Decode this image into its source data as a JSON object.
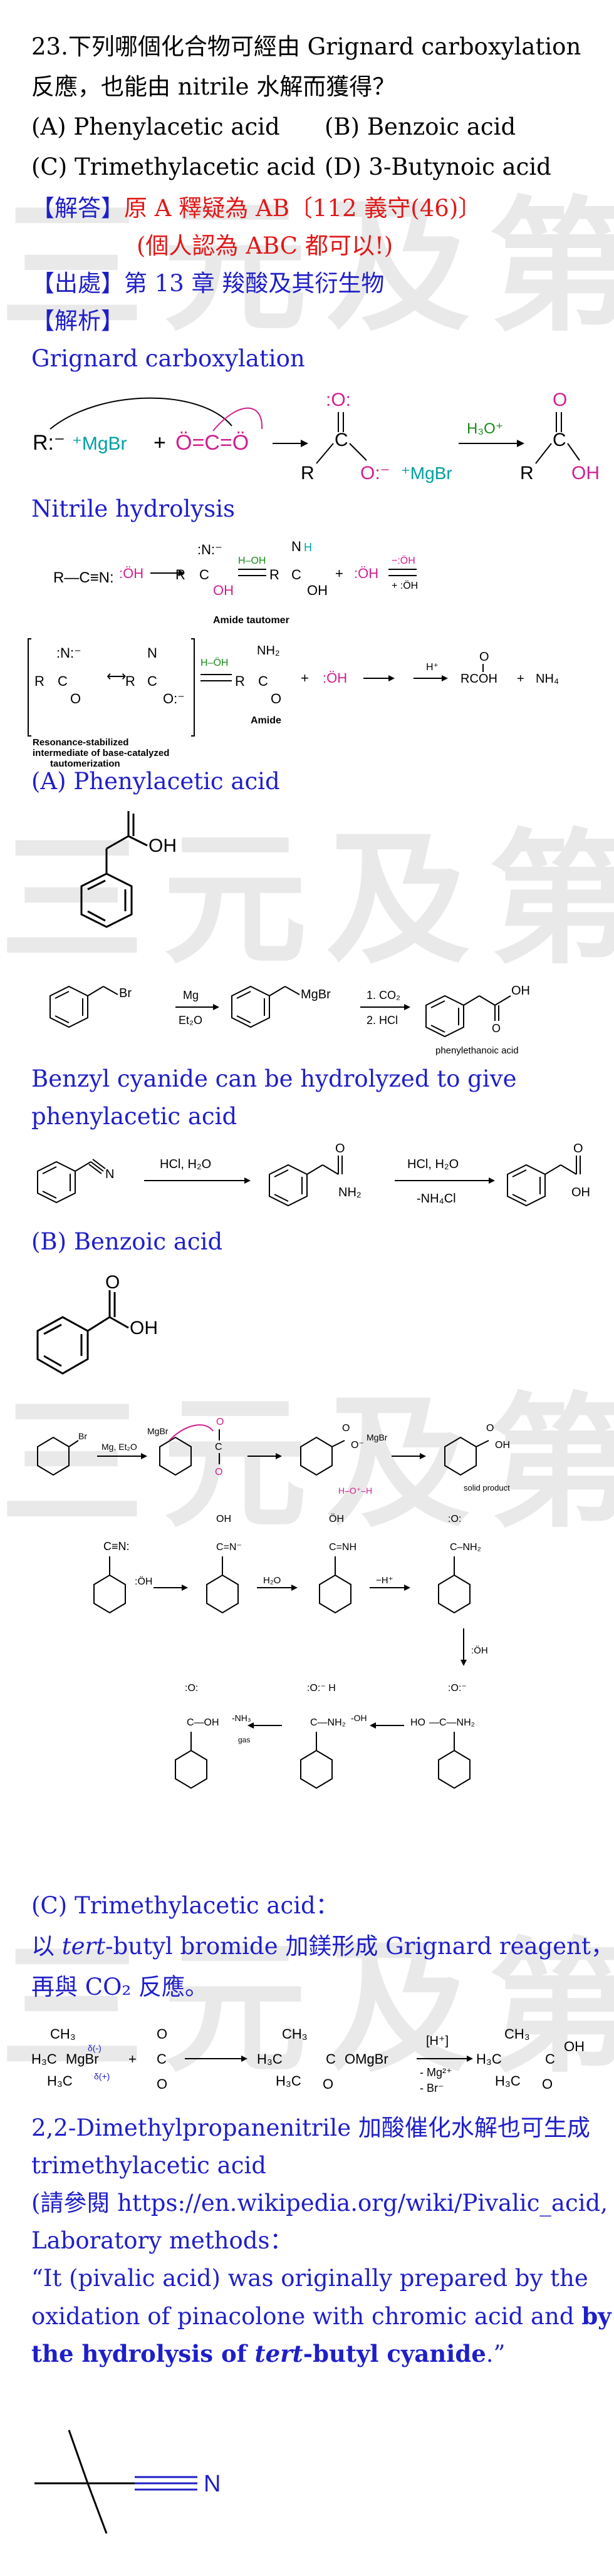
{
  "question": {
    "line1": "23.下列哪個化合物可經由 Grignard carboxylation",
    "line2": "反應，也能由 nitrile 水解而獲得？",
    "options": [
      "(A) Phenylacetic acid",
      "(B) Benzoic acid",
      "(C) Trimethylacetic acid",
      "(D) 3-Butynoic acid"
    ]
  },
  "answer": {
    "bracket": "【解答】",
    "text": "原 A 釋疑為 AB〔112 義守(46)〕",
    "note": "(個人認為 ABC 都可以!)"
  },
  "source": {
    "bracket": "【出處】",
    "text": "第 13 章  羧酸及其衍生物"
  },
  "analysis": {
    "bracket": "【解析】"
  },
  "watermark": "三元及第",
  "sections": {
    "grignard_title": "Grignard carboxylation",
    "nitrile_title": "Nitrile hydrolysis",
    "a_title": "(A) Phenylacetic acid",
    "benzyl_text1": "Benzyl cyanide can be hydrolyzed to give",
    "benzyl_text2": "phenylacetic acid",
    "b_title": "(B) Benzoic acid",
    "c_title": "(C) Trimethylacetic acid：",
    "c_line1_pre": "以 ",
    "c_line1_em": "tert",
    "c_line1_post": "-butyl bromide 加鎂形成 Grignard reagent，",
    "c_line2": "再與 CO₂ 反應。",
    "pival_line1": "2,2-Dimethylpropanenitrile 加酸催化水解也可生成",
    "pival_line2": "trimethylacetic acid",
    "ref_pre": "(請參閱 ",
    "ref_link": "https://en.wikipedia.org/wiki/Pivalic_acid,",
    "ref_line2": "Laboratory methods：",
    "quote1": "“It (pivalic acid) was originally prepared by the",
    "quote2_pre": "oxidation of pinacolone with chromic acid and ",
    "quote2_bold": "by",
    "quote3_bold_pre": "the hydrolysis of ",
    "quote3_em": "tert",
    "quote3_bold_post": "-butyl cyanide",
    "quote3_end": ".”"
  },
  "labels": {
    "mgbr": "⁺MgBr",
    "h3o": "H₃O⁺",
    "oh": "OH",
    "amide_tautomer": "Amide tautomer",
    "amide": "Amide",
    "resonance1": "Resonance-stabilized",
    "resonance2": "intermediate of base-catalyzed",
    "resonance3": "tautomerization",
    "rcooh": "RCOH",
    "nh4": "NH₄",
    "mg": "Mg",
    "et2o": "Et₂O",
    "co2": "1. CO₂",
    "hcl": "2. HCl",
    "phenylethanoic": "phenylethanoic acid",
    "hcl_h2o": "HCl, H₂O",
    "nh4cl": "-NH₄Cl",
    "nh2": "NH₂",
    "br": "Br",
    "mg_et2o": "Mg, Et₂O",
    "solid_product": "solid product",
    "h2o": "H₂O",
    "minus_h": "−H⁺",
    "minus_nh3": "-NH₃",
    "gas": "gas",
    "minus_oh": "-OH",
    "n": "N",
    "h_plus": "[H⁺]",
    "mg2": "- Mg²⁺",
    "br_minus": "- Br⁻",
    "omgbr": "OMgBr",
    "ho": "HO"
  }
}
